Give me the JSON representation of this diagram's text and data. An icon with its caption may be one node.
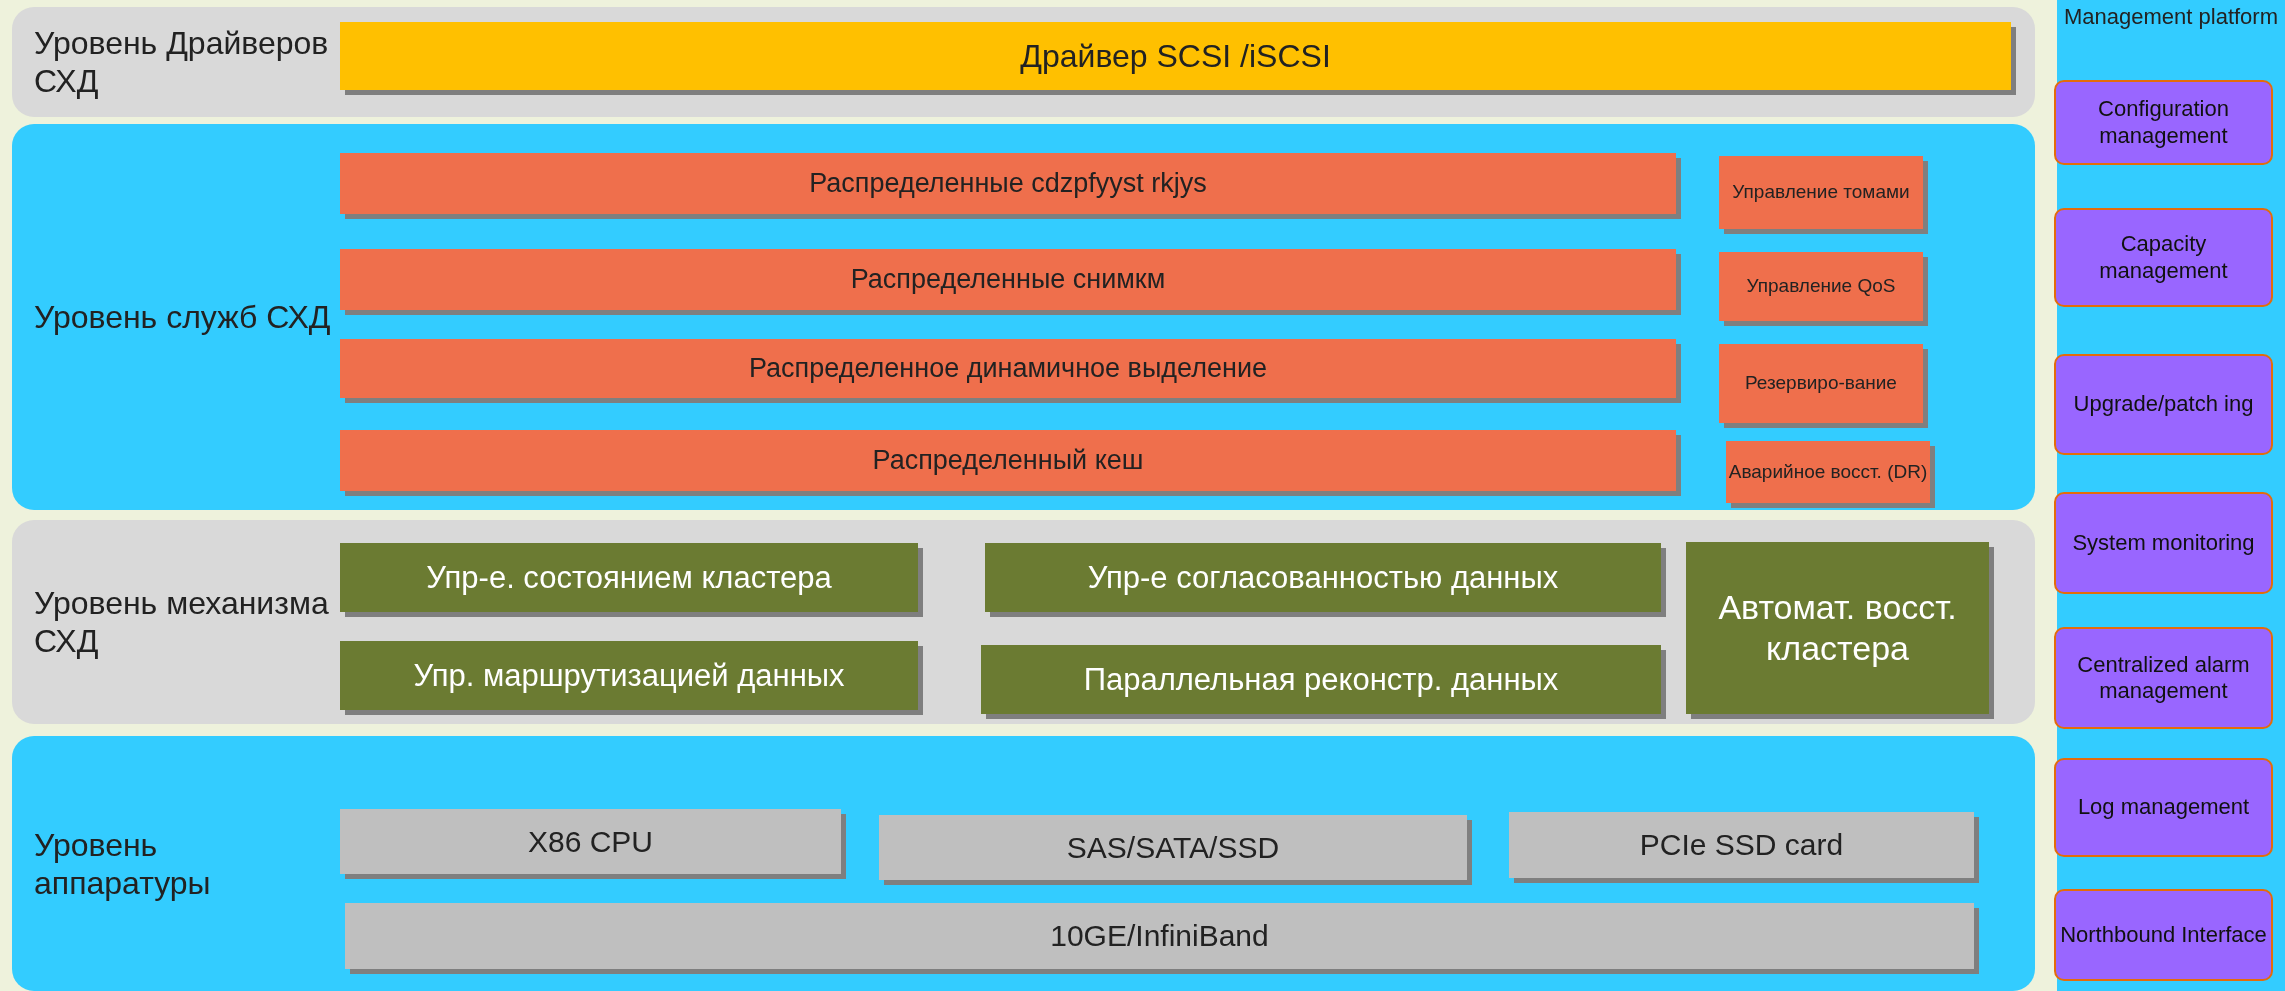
{
  "diagram": {
    "nodes": [
      {
        "text": [
          "Уровень Драйверов СХД"
        ]
      },
      {
        "text": [
          "Драйвер SCSI /iSCSI"
        ],
        "in": 0
      },
      {
        "text": [
          "Уровень служб СХД"
        ]
      },
      {
        "text": [
          "Распределенные cdzpfyyst rkjys"
        ],
        "in": 2
      },
      {
        "text": [
          "Распределенные снимкм"
        ],
        "in": 2
      },
      {
        "text": [
          "Распределенное динамичное выделение"
        ],
        "in": 2
      },
      {
        "text": [
          "Распределенный кеш"
        ],
        "in": 2
      },
      {
        "text": [
          "Управление томами"
        ],
        "in": 2
      },
      {
        "text": [
          "Управление QoS"
        ],
        "in": 2
      },
      {
        "text": [
          "Резервиро-вание"
        ],
        "in": 2
      },
      {
        "text": [
          "Аварийное восст. (DR)"
        ],
        "in": 2
      },
      {
        "text": [
          "Уровень механизма СХД"
        ]
      },
      {
        "text": [
          "Упр-е. состоянием кластера"
        ],
        "in": 11
      },
      {
        "text": [
          "Упр-е согласованностью данных"
        ],
        "in": 11
      },
      {
        "text": [
          "Автомат. восст. кластера"
        ],
        "in": 11
      },
      {
        "text": [
          "Упр. маршрутизацией данных"
        ],
        "in": 11
      },
      {
        "text": [
          "Параллельная реконстр. данных"
        ],
        "in": 11
      },
      {
        "text": [
          "Уровень аппаратуры"
        ]
      },
      {
        "text": [
          "X86 CPU"
        ],
        "in": 17
      },
      {
        "text": [
          "SAS/SATA/SSD"
        ],
        "in": 17
      },
      {
        "text": [
          "PCIe SSD card"
        ],
        "in": 17
      },
      {
        "text": [
          "10GE/InfiniBand"
        ],
        "in": 17
      },
      {
        "text": [
          "Management platform"
        ]
      },
      {
        "text": [
          "Configuration management"
        ],
        "in": 22
      },
      {
        "text": [
          "Capacity management"
        ],
        "in": 22
      },
      {
        "text": [
          "Upgrade/patch ing"
        ],
        "in": 22
      },
      {
        "text": [
          "System monitoring"
        ],
        "in": 22
      },
      {
        "text": [
          "Centralized alarm management"
        ],
        "in": 22
      },
      {
        "text": [
          "Log management"
        ],
        "in": 22
      },
      {
        "text": [
          "Northbound Interface"
        ],
        "in": 22
      }
    ],
    "edges": []
  }
}
